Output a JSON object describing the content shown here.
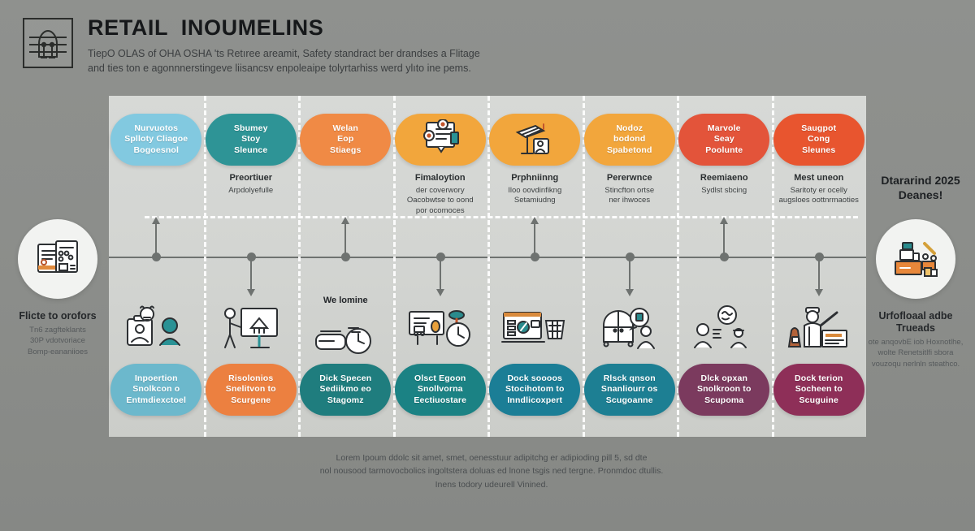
{
  "header": {
    "icon": "storefront-blueprint-icon",
    "title": "RETAIL  INOUMELINS",
    "subtitle_line1": "TiepO OLAS of OHA OSHA 'ts Retıree areamit, Safety standract ber drandses a Flitage",
    "subtitle_line2": "and ties ton e agonnnerstingeve liisancsv enpoleaipe tolyrtarhiss werd ylıto ine pems."
  },
  "left_endcap": {
    "icon": "documents-checklist-icon",
    "title": "Flicte to orofors",
    "body_line1": "Tn6 zagfteklants",
    "body_line2": "30P vdotvoriace",
    "body_line3": "Bomp-eananiioes"
  },
  "right_endcap": {
    "icon": "retail-checkout-counter-icon",
    "title": "Urfofloaal adbe Trueads",
    "body_line1": "ote anqovbE iob Hoxnotlhe,",
    "body_line2": "wolte Renetsitlfi sbora",
    "body_line3": "vouzoqu nerlnln steathco."
  },
  "sidenote": {
    "line1": "Dtararind 2025",
    "line2": "Deanes!"
  },
  "footer": {
    "line1": "Lorem Ipoum ddolc sit amet, smet, oenesstuur adipitchg er adipioding pill 5, sd dte",
    "line2": "nol nousood tarmovocbolics ingoltstera doluas ed lnone tsgis ned tergne. Pronmdoc dtullis.",
    "line3": "Inens todory udeurell Vinined."
  },
  "columns": [
    {
      "id": "col-1",
      "top_pill": {
        "kind": "text",
        "color": "#82c9e0",
        "line1": "Nurvuotos",
        "line2": "Splloty Cliagoe",
        "line3": "Bogoesnol"
      },
      "caption": {
        "head": "",
        "line1": "",
        "line2": "",
        "line3": ""
      },
      "mid_icon": "idea-person-badge-icon",
      "mid_label": "",
      "bottom_pill": {
        "color": "#6cb8cc",
        "line1": "Inpoertion",
        "line2": "Snolkcon o",
        "line3": "Entmdiexctoel"
      }
    },
    {
      "id": "col-2",
      "top_pill": {
        "kind": "text",
        "color": "#2e9496",
        "line1": "Sbumey",
        "line2": "Stoy",
        "line3": "Sleunce"
      },
      "caption": {
        "head": "Preortiuer",
        "line1": "Arpdolyefulle",
        "line2": "",
        "line3": ""
      },
      "mid_icon": "presenter-whiteboard-icon",
      "mid_label": "",
      "bottom_pill": {
        "color": "#ec8040",
        "line1": "Risolonios",
        "line2": "Snelitvon to",
        "line3": "Scurgene"
      }
    },
    {
      "id": "col-3",
      "top_pill": {
        "kind": "text",
        "color": "#f08a45",
        "line1": "Welan",
        "line2": "Eop",
        "line3": "Stiaegs"
      },
      "caption": {
        "head": "",
        "line1": "",
        "line2": "",
        "line3": ""
      },
      "mid_icon": "clock-vehicle-icon",
      "mid_label": "We lomine",
      "bottom_pill": {
        "color": "#1f7d7e",
        "line1": "Dick Specen",
        "line2": "Sediikmo eo",
        "line3": "Stagomz"
      }
    },
    {
      "id": "col-4",
      "top_pill": {
        "kind": "icon",
        "color": "#f2a63c",
        "icon": "document-stamp-icon"
      },
      "caption": {
        "head": "Fimaloytion",
        "line1": "der coverwory",
        "line2": "Oacobwtse to oond",
        "line3": "por ocomoces"
      },
      "mid_icon": "board-clock-icon",
      "mid_label": "",
      "bottom_pill": {
        "color": "#1b8284",
        "line1": "Olsct Egoon",
        "line2": "Snollvorna",
        "line3": "Eectiuostare"
      }
    },
    {
      "id": "col-5",
      "top_pill": {
        "kind": "icon",
        "color": "#f2a63c",
        "icon": "solar-panel-signage-icon"
      },
      "caption": {
        "head": "Prphniinng",
        "line1": "Iloo oovdinfikng",
        "line2": "Setamiudng",
        "line3": ""
      },
      "mid_icon": "laptop-discount-cart-icon",
      "mid_label": "",
      "bottom_pill": {
        "color": "#1b7e96",
        "line1": "Dock soooos",
        "line2": "Stocihotom to",
        "line3": "Inndlicoxpert"
      }
    },
    {
      "id": "col-6",
      "top_pill": {
        "kind": "text",
        "color": "#f2a63c",
        "line1": "Nodoz",
        "line2": "bodond",
        "line3": "Spabetond"
      },
      "caption": {
        "head": "Pererwnce",
        "line1": "Stincfton ortse",
        "line2": "ner ihwoces",
        "line3": ""
      },
      "mid_icon": "fitting-room-customer-icon",
      "mid_label": "",
      "bottom_pill": {
        "color": "#1d7f93",
        "line1": "Rlsck qnson",
        "line2": "Snanliourr os",
        "line3": "Scugoanne"
      }
    },
    {
      "id": "col-7",
      "top_pill": {
        "kind": "text",
        "color": "#e3543a",
        "line1": "Marvole",
        "line2": "Seay",
        "line3": "Poolunte"
      },
      "caption": {
        "head": "Reemiaeno",
        "line1": "Sydlst sbcing",
        "line2": "",
        "line3": ""
      },
      "mid_icon": "staff-briefing-icon",
      "mid_label": "",
      "bottom_pill": {
        "color": "#7b3a5e",
        "line1": "Dlck opxan",
        "line2": "Snolkroon to",
        "line3": "Scupoma"
      }
    },
    {
      "id": "col-8",
      "top_pill": {
        "kind": "text",
        "color": "#e8552f",
        "line1": "Saugpot",
        "line2": "Cong",
        "line3": "Sleunes"
      },
      "caption": {
        "head": "Mest uneon",
        "line1": "Saritoty er ocelly",
        "line2": "augsloes oottnrmaoties",
        "line3": ""
      },
      "mid_icon": "worker-inspection-icon",
      "mid_label": "",
      "bottom_pill": {
        "color": "#8e2f58",
        "line1": "Dock terion",
        "line2": "Socheen to",
        "line3": "Scuguine"
      }
    }
  ]
}
